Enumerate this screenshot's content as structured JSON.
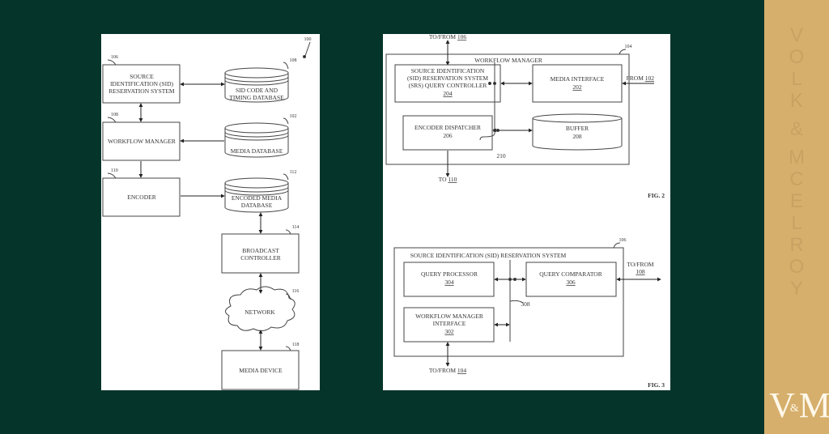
{
  "background_color": "#04342a",
  "sidebar_color": "#d6af6c",
  "brand": {
    "vertical_text": [
      "V",
      "O",
      "L",
      "K",
      " ",
      "&",
      " ",
      "M",
      "C",
      "E",
      "L",
      "R",
      "O",
      "Y"
    ],
    "logo_left": "V",
    "logo_amp": "&",
    "logo_right": "M"
  },
  "fig1": {
    "ref": "100",
    "nodes": {
      "sid": {
        "ref": "106",
        "lines": [
          "SOURCE",
          "IDENTIFICATION (SID)",
          "RESERVATION SYSTEM"
        ]
      },
      "sid_db": {
        "ref": "108",
        "lines": [
          "SID CODE AND",
          "TIMING DATABASE"
        ]
      },
      "workflow": {
        "ref": "108",
        "lines": [
          "WORKFLOW MANAGER"
        ]
      },
      "media_db": {
        "ref": "102",
        "lines": [
          "MEDIA DATABASE"
        ]
      },
      "encoder": {
        "ref": "110",
        "lines": [
          "ENCODER"
        ]
      },
      "encoded_db": {
        "ref": "112",
        "lines": [
          "ENCODED MEDIA",
          "DATABASE"
        ]
      },
      "broadcast": {
        "ref": "114",
        "lines": [
          "BROADCAST",
          "CONTROLLER"
        ]
      },
      "network": {
        "ref": "116",
        "lines": [
          "NETWORK"
        ]
      },
      "media_device": {
        "ref": "118",
        "lines": [
          "MEDIA DEVICE"
        ]
      }
    }
  },
  "fig2": {
    "label": "FIG. 2",
    "container_title": "WORKFLOW MANAGER",
    "container_ref": "104",
    "to_from_top": "TO/FROM ",
    "to_from_top_ref": "106",
    "from_right": "FROM ",
    "from_right_ref": "102",
    "to_bottom": "TO ",
    "to_bottom_ref": "110",
    "bus_ref": "210",
    "srs": {
      "lines": [
        "SOURCE IDENTIFICATION",
        "(SID) RESERVATION SYSTEM",
        "(SRS) QUERY CONTROLLER"
      ],
      "ref": "204"
    },
    "media_interface": {
      "lines": [
        "MEDIA INTERFACE"
      ],
      "ref": "202"
    },
    "encoder_dispatcher": {
      "lines": [
        "ENCODER DISPATCHER"
      ],
      "ref": "206"
    },
    "buffer": {
      "lines": [
        "BUFFER"
      ],
      "ref": "208"
    }
  },
  "fig3": {
    "label": "FIG. 3",
    "container_title": "SOURCE IDENTIFICATION (SID) RESERVATION SYSTEM",
    "container_ref": "106",
    "to_from_right": "TO/FROM",
    "to_from_right_ref": "108",
    "to_from_bottom": "TO/FROM ",
    "to_from_bottom_ref": "104",
    "bus_ref": "308",
    "query_processor": {
      "lines": [
        "QUERY PROCESSOR"
      ],
      "ref": "304"
    },
    "query_comparator": {
      "lines": [
        "QUERY COMPARATOR"
      ],
      "ref": "306"
    },
    "wm_interface": {
      "lines": [
        "WORKFLOW MANAGER",
        "INTERFACE"
      ],
      "ref": "302"
    }
  }
}
